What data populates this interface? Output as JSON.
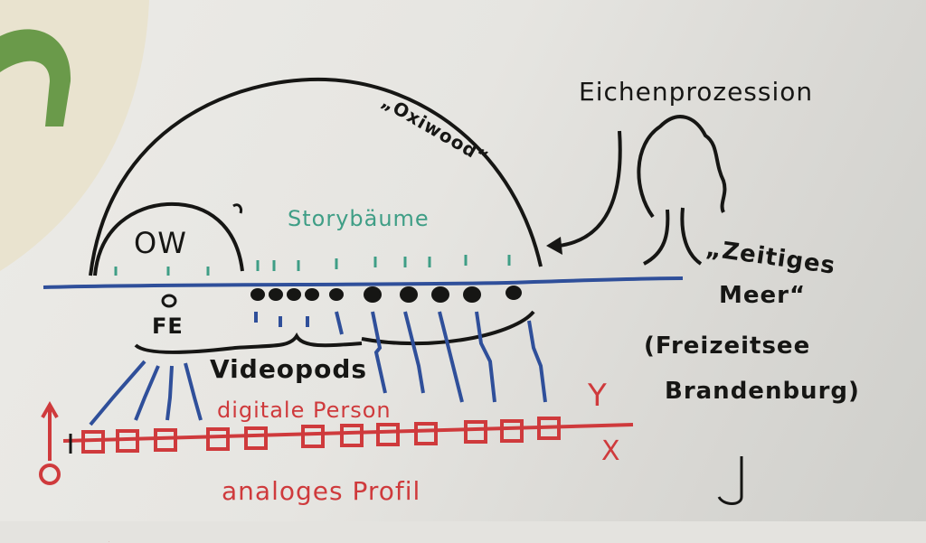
{
  "labels": {
    "oxiwood": "„Oxiwood“",
    "eichenprozession": "Eichenprozession",
    "storybaeume": "Storybäume",
    "ow": "OW",
    "fe": "FE",
    "videopods": "Videopods",
    "zeitiges_meer_1": "„Zeitiges",
    "zeitiges_meer_2": "Meer“",
    "freizeitsee_1": "(Freizeitsee",
    "freizeitsee_2": "Brandenburg)",
    "digitale_person": "digitale Person",
    "analoges_profil": "analoges Profil",
    "axis_y": "Y",
    "axis_x": "X",
    "origin": "O"
  },
  "colors": {
    "ink_black": "#161614",
    "ink_blue": "#2f4f9a",
    "ink_red": "#cf3a3c",
    "ink_teal": "#3f9e86",
    "corner_green": "#6a9a4a"
  }
}
